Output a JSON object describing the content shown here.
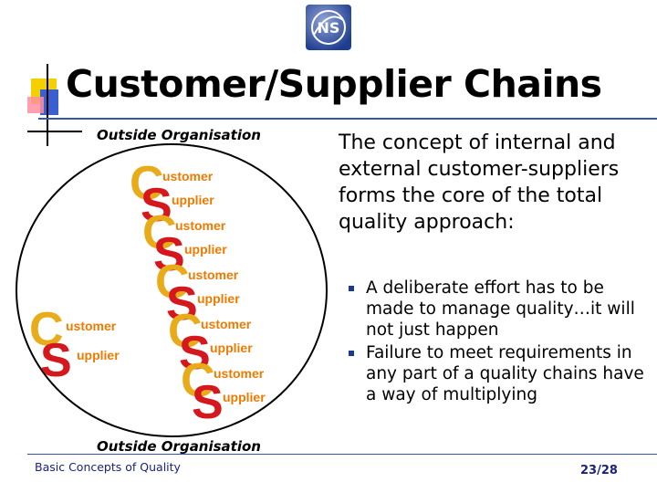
{
  "slide": {
    "title": "Customer/Supplier Chains",
    "logo_icon": "institution-logo-icon",
    "outside_top": "Outside Organisation",
    "outside_bottom": "Outside Organisation"
  },
  "chain": {
    "left_pair": {
      "c_letter": "C",
      "c_word": "ustomer",
      "s_letter": "S",
      "s_word": "upplier"
    },
    "pairs": [
      {
        "c_letter": "C",
        "c_word": "ustomer",
        "s_letter": "S",
        "s_word": "upplier"
      },
      {
        "c_letter": "C",
        "c_word": "ustomer",
        "s_letter": "S",
        "s_word": "upplier"
      },
      {
        "c_letter": "C",
        "c_word": "ustomer",
        "s_letter": "S",
        "s_word": "upplier"
      },
      {
        "c_letter": "C",
        "c_word": "ustomer",
        "s_letter": "S",
        "s_word": "upplier"
      },
      {
        "c_letter": "C",
        "c_word": "ustomer",
        "s_letter": "S",
        "s_word": "upplier"
      }
    ],
    "colors": {
      "c_letter": "#e8ac1a",
      "s_letter": "#d4181e",
      "word": "#ef7a00",
      "ellipse": "#000000"
    }
  },
  "content": {
    "intro": "The concept of internal and external customer-suppliers forms the core of the total quality approach:",
    "bullets": [
      "A deliberate effort has to be made to manage quality…it will not just happen",
      "Failure to meet requirements in any part of a quality chains have a way of multiplying"
    ]
  },
  "footer": {
    "left": "Basic Concepts of Quality",
    "page": "23/28"
  }
}
